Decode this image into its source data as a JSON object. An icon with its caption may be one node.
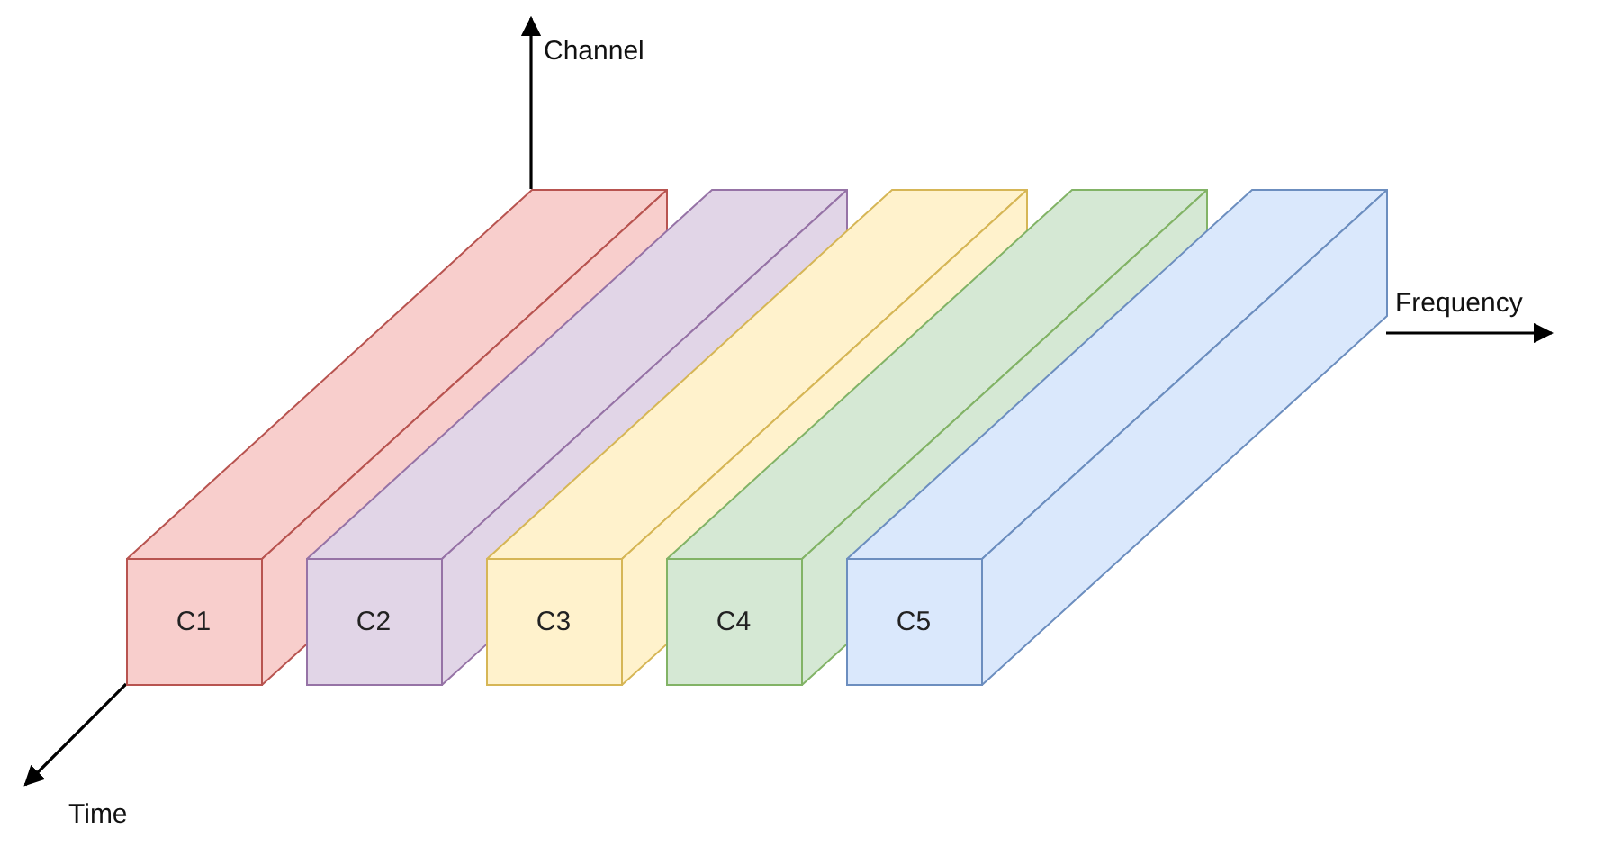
{
  "diagram": {
    "nodes": [
      {
        "text": [
          "C1"
        ]
      },
      {
        "text": [
          "C2"
        ]
      },
      {
        "text": [
          "C3"
        ]
      },
      {
        "text": [
          "C4"
        ]
      },
      {
        "text": [
          "C5"
        ]
      }
    ],
    "labels": [
      "Channel",
      "Frequency",
      "Time"
    ]
  }
}
